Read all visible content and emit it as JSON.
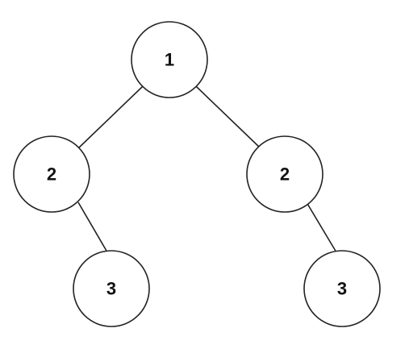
{
  "diagram": {
    "type": "binary-tree",
    "nodes": [
      {
        "id": "n1",
        "label": "1"
      },
      {
        "id": "n2",
        "label": "2"
      },
      {
        "id": "n3",
        "label": "2"
      },
      {
        "id": "n4",
        "label": "3"
      },
      {
        "id": "n5",
        "label": "3"
      }
    ],
    "edges": [
      {
        "from": "n1",
        "to": "n2"
      },
      {
        "from": "n1",
        "to": "n3"
      },
      {
        "from": "n2",
        "to": "n4"
      },
      {
        "from": "n3",
        "to": "n5"
      }
    ],
    "colors": {
      "stroke": "#222222",
      "fill": "#ffffff",
      "text": "#111111"
    }
  }
}
